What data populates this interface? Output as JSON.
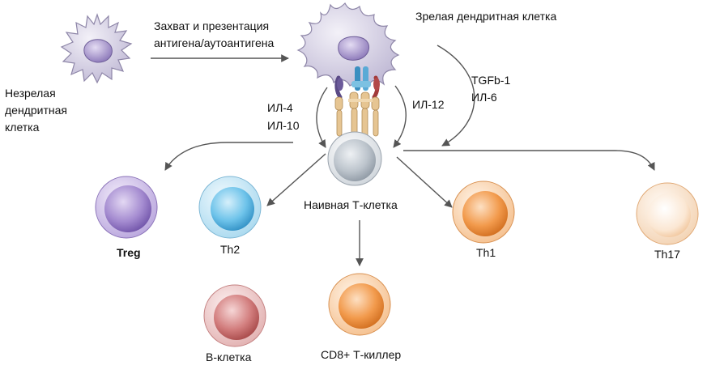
{
  "labels": {
    "immature_dc": [
      "Незрелая",
      "дендритная",
      "клетка"
    ],
    "capture_line1": "Захват и презентация",
    "capture_line2": "антигена/аутоантигена",
    "mature_dc": "Зрелая дендритная клетка",
    "il4": "ИЛ-4",
    "il10": "ИЛ-10",
    "il12": "ИЛ-12",
    "tgfb1": "TGFb-1",
    "il6": "ИЛ-6",
    "naive_t": "Наивная Т-клетка",
    "treg": "Treg",
    "th2": "Th2",
    "th1": "Th1",
    "th17": "Th17",
    "b_cell": "B-клетка",
    "cd8": "CD8+ Т-киллер"
  },
  "colors": {
    "treg": "#8a6cc0",
    "th2": "#5bb8e0",
    "th1": "#ef8a33",
    "th17": "#f4c59a",
    "b_cell": "#c76a6a",
    "cd8": "#ef8a33",
    "naive": "#b9c1c9",
    "dendritic": "#c9c3dc",
    "arrow": "#555555"
  }
}
